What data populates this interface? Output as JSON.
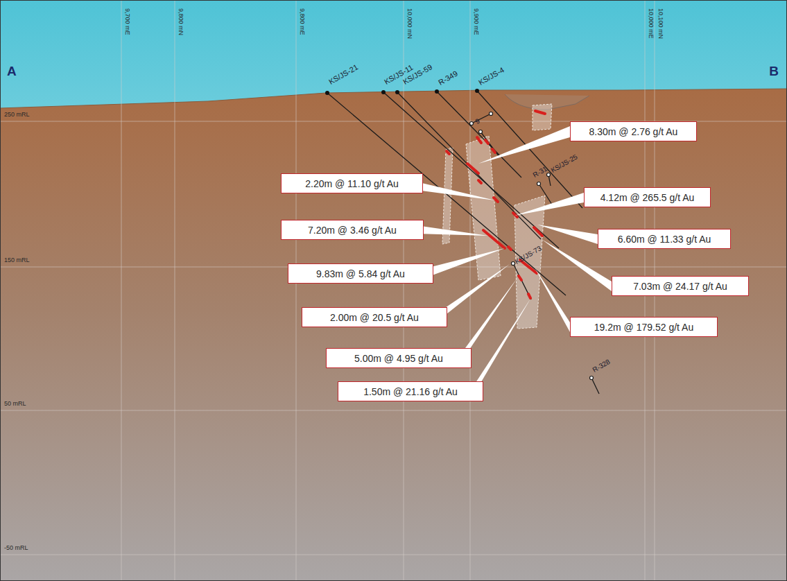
{
  "diagram": {
    "nodes": [
      {
        "text": [
          "8.30m @ 2.76 g/t Au"
        ]
      },
      {
        "text": [
          "2.20m @ 11.10 g/t Au"
        ]
      },
      {
        "text": [
          "4.12m @ 265.5 g/t Au"
        ]
      },
      {
        "text": [
          "7.20m @ 3.46 g/t Au"
        ]
      },
      {
        "text": [
          "6.60m @ 11.33 g/t Au"
        ]
      },
      {
        "text": [
          "9.83m @ 5.84 g/t Au"
        ]
      },
      {
        "text": [
          "7.03m @ 24.17 g/t Au"
        ]
      },
      {
        "text": [
          "2.00m @ 20.5 g/t Au"
        ]
      },
      {
        "text": [
          "19.2m @ 179.52 g/t Au"
        ]
      },
      {
        "text": [
          "5.00m @ 4.95 g/t Au"
        ]
      },
      {
        "text": [
          "1.50m @ 21.16 g/t Au"
        ]
      }
    ],
    "edges": [],
    "labels": [
      "A",
      "B",
      "9,700 mE",
      "9,800 mN",
      "9,800 mE",
      "10,000 mN",
      "9,900 mE",
      "10,000 mE",
      "10,100 mN",
      "250 mRL",
      "150 mRL",
      "50 mRL",
      "-50 mRL",
      "KS/JS-21",
      "KS/JS-11",
      "KS/JS-59",
      "R-349",
      "KS/JS-4",
      "9",
      "R-31",
      "KS/JS-25",
      "KS/JS-73",
      "R-328"
    ]
  }
}
